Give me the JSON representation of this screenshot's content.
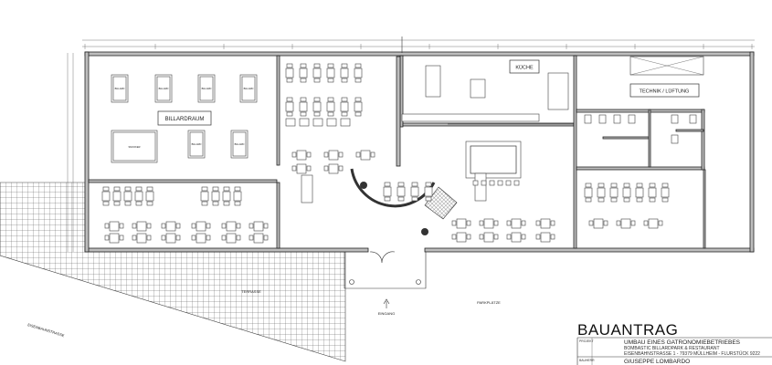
{
  "rooms": {
    "billiard_room": "BILLARDRAUM",
    "kitchen": "KÜCHE",
    "technical": "TECHNIK / LÜFTUNG"
  },
  "furniture": {
    "billiard_table": "BILLARD",
    "snooker_table": "SNOOKER"
  },
  "site": {
    "terrace": "TERRASSE",
    "entrance": "EINGANG",
    "parking": "PARKPLÄTZE",
    "street": "EISENBAHNSTRASSE"
  },
  "title_block": {
    "heading": "BAUANTRAG",
    "project_label": "PROJEKT",
    "project_title": "UMBAU EINES GATRONOMIEBETRIEBES",
    "project_name": "BOMBASTIC BILLARDPARK & RESTAURANT",
    "project_address": "EISENBAHNSTRASSE 1 - 79379 MÜLLHEIM - FLURSTÜCK 9222",
    "client_label": "BAUHERR",
    "client_name": "GIUSEPPE LOMBARDO"
  },
  "colors": {
    "wall_fill": "#bdbdbd",
    "line": "#222222",
    "hatch": "#555555"
  }
}
